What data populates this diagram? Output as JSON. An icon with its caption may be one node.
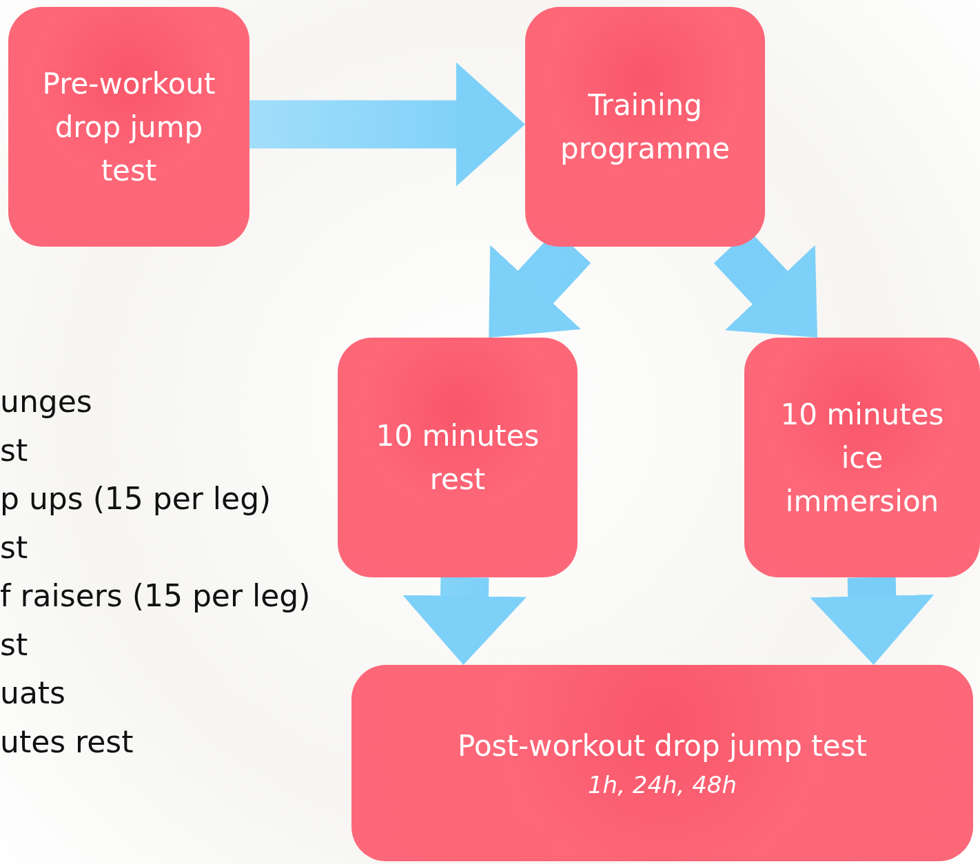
{
  "diagram": {
    "nodes": [
      {
        "text": [
          "Pre-workout drop jump test"
        ]
      },
      {
        "text": [
          "Training programme"
        ]
      },
      {
        "text": [
          "10 minutes rest"
        ]
      },
      {
        "text": [
          "10 minutes ice immersion"
        ]
      },
      {
        "text": [
          "Post-workout drop jump test",
          "1h, 24h, 48h"
        ]
      }
    ],
    "edges": [
      {
        "from": 0,
        "to": 1,
        "arrow": "to"
      },
      {
        "from": 1,
        "to": 2,
        "arrow": "to"
      },
      {
        "from": 1,
        "to": 3,
        "arrow": "to"
      },
      {
        "from": 2,
        "to": 4,
        "arrow": "to"
      },
      {
        "from": 3,
        "to": 4,
        "arrow": "to"
      }
    ],
    "labels": [
      "unges",
      "st",
      "p ups (15 per leg)",
      "st",
      "f raisers (15 per leg)",
      "st",
      "uats",
      "utes rest"
    ]
  }
}
